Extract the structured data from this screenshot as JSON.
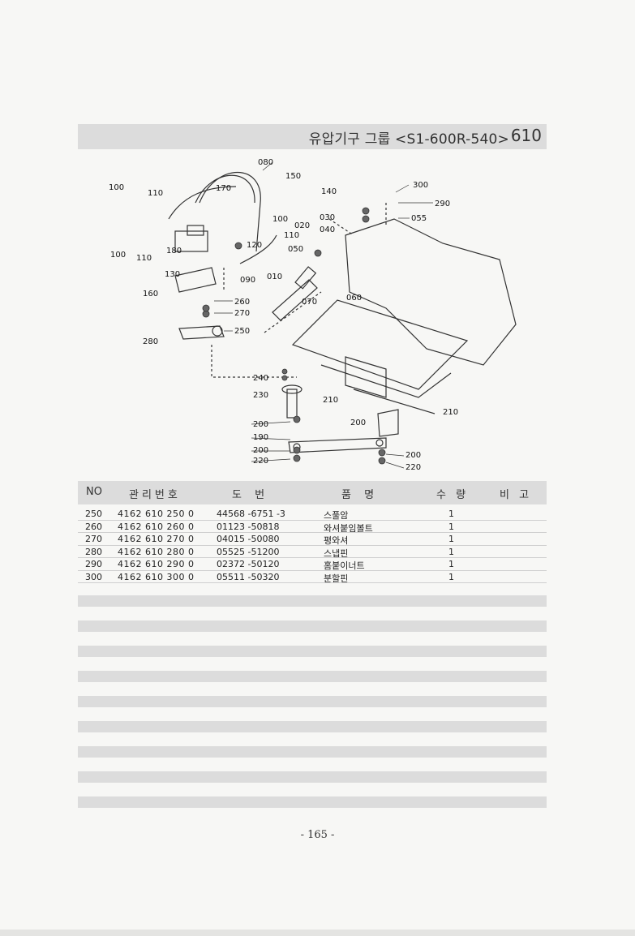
{
  "header": {
    "title": "유압기구 그룹 <S1-600R-540>",
    "group_number": "610"
  },
  "diagram": {
    "callouts": [
      "080",
      "150",
      "170",
      "140",
      "300",
      "290",
      "055",
      "100",
      "110",
      "100",
      "110",
      "030",
      "020",
      "040",
      "100",
      "110",
      "050",
      "120",
      "180",
      "130",
      "090",
      "010",
      "060",
      "070",
      "160",
      "260",
      "270",
      "250",
      "280",
      "240",
      "230",
      "210",
      "200",
      "210",
      "190",
      "200",
      "220",
      "200",
      "200",
      "220"
    ]
  },
  "table": {
    "headers": {
      "no": "NO",
      "code": "관리번호",
      "part": "도 번",
      "name": "품 명",
      "qty": "수 량",
      "remark": "비 고"
    },
    "rows": [
      {
        "no": "250",
        "code": "4162 610 250 0",
        "part": "44568 -6751 -3",
        "name": "스풀암",
        "qty": "1"
      },
      {
        "no": "260",
        "code": "4162 610 260 0",
        "part": "01123 -50818",
        "name": "와셔붙임볼트",
        "qty": "1"
      },
      {
        "no": "270",
        "code": "4162 610 270 0",
        "part": "04015 -50080",
        "name": "평와셔",
        "qty": "1"
      },
      {
        "no": "280",
        "code": "4162 610 280 0",
        "part": "05525 -51200",
        "name": "스냅핀",
        "qty": "1"
      },
      {
        "no": "290",
        "code": "4162 610 290 0",
        "part": "02372 -50120",
        "name": "홈붙이너트",
        "qty": "1"
      },
      {
        "no": "300",
        "code": "4162 610 300 0",
        "part": "05511 -50320",
        "name": "분할핀",
        "qty": "1"
      }
    ]
  },
  "footer": {
    "page_number": "- 165 -"
  }
}
